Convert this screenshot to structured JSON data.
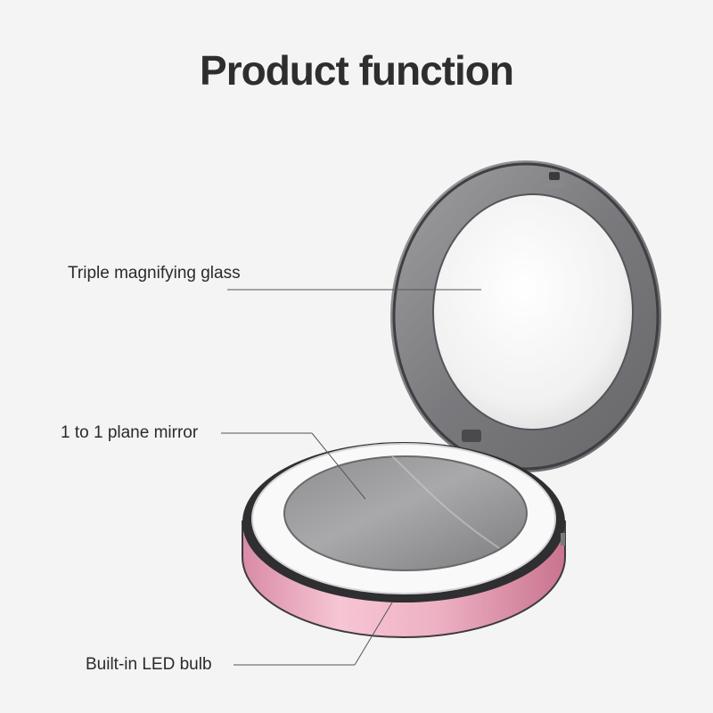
{
  "title": "Product function",
  "callouts": {
    "triple": "Triple magnifying glass",
    "plane": "1 to 1 plane mirror",
    "led": "Built-in LED bulb"
  },
  "colors": {
    "background": "#f4f4f4",
    "text": "#2e2e2e",
    "base_glow": "#f2b8c8"
  }
}
